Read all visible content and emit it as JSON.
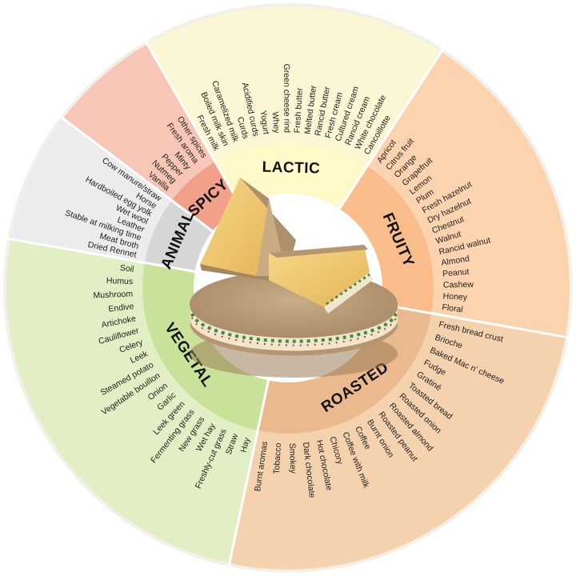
{
  "sectors": [
    {
      "name": "LACTIC",
      "start": -30,
      "end": 33,
      "outer_color": "#fbf6d3",
      "inner_color": "#fff9c8",
      "items": [
        "Fresh milk",
        "Boiled milk skin",
        "Caramelized milk",
        "Curds",
        "Acidified curds",
        "Yogurt",
        "Whey",
        "Green cheese rind",
        "Fresh butter",
        "Melted butter",
        "Rancid butter",
        "Fresh cream",
        "Cultured cream",
        "Rancid cream",
        "White chocolate",
        "Cancoillotte"
      ]
    },
    {
      "name": "FRUITY",
      "start": 33,
      "end": 100,
      "outer_color": "#fbd3ae",
      "inner_color": "#f9bd8c",
      "items": [
        "Apricot",
        "Citrus fruit",
        "Orange",
        "Grapefruit",
        "Lemon",
        "Plum",
        "Fresh hazelnut",
        "Dry hazelnut",
        "Chestnut",
        "Walnut",
        "Rancid walnut",
        "Almond",
        "Peanut",
        "Cashew",
        "Honey",
        "Floral"
      ]
    },
    {
      "name": "ROASTED",
      "start": 100,
      "end": 192,
      "outer_color": "#f4d2ae",
      "inner_color": "#eab98d",
      "items": [
        "Fresh bread crust",
        "Brioche",
        "Baked Mac n' cheese",
        "Fudge",
        "Gratiné",
        "Toasted bread",
        "Roasted onion",
        "Roasted almond",
        "Roasted peanut",
        "Burnt onion",
        "Coffee",
        "Coffee with milk",
        "Chicory",
        "Hot chocolate",
        "Dark chocolate",
        "Smokey",
        "Tobacco",
        "Burnt aromas"
      ]
    },
    {
      "name": "VEGETAL",
      "start": 192,
      "end": 280,
      "outer_color": "#e2efc4",
      "inner_color": "#c9e29a",
      "items": [
        "Hay",
        "Straw",
        "Freshly-cut grass",
        "Wet hay",
        "New grass",
        "Fermenting grass",
        "Leek green",
        "Garlic",
        "Onion",
        "Vegetable bouillon",
        "Steamed potato",
        "Leek",
        "Celery",
        "Cauliflower",
        "Artichoke",
        "Endive",
        "Mushroom",
        "Humus",
        "Soil"
      ]
    },
    {
      "name": "ANIMAL",
      "start": 280,
      "end": 307,
      "outer_color": "#ececec",
      "inner_color": "#d6d6d6",
      "items": [
        "Dried Rennet",
        "Meat broth",
        "Stable at milking time",
        "Leather",
        "Wet wool",
        "Hardboiled egg yolk",
        "Horse",
        "Cow manure/straw"
      ]
    },
    {
      "name": "SPICY",
      "start": 307,
      "end": 330,
      "outer_color": "#f8c6b6",
      "inner_color": "#f2a08a",
      "items": [
        "Vanilla",
        "Nutmeg",
        "Pepper",
        "Minty",
        "Fresh aroma",
        "Other spices"
      ]
    }
  ]
}
